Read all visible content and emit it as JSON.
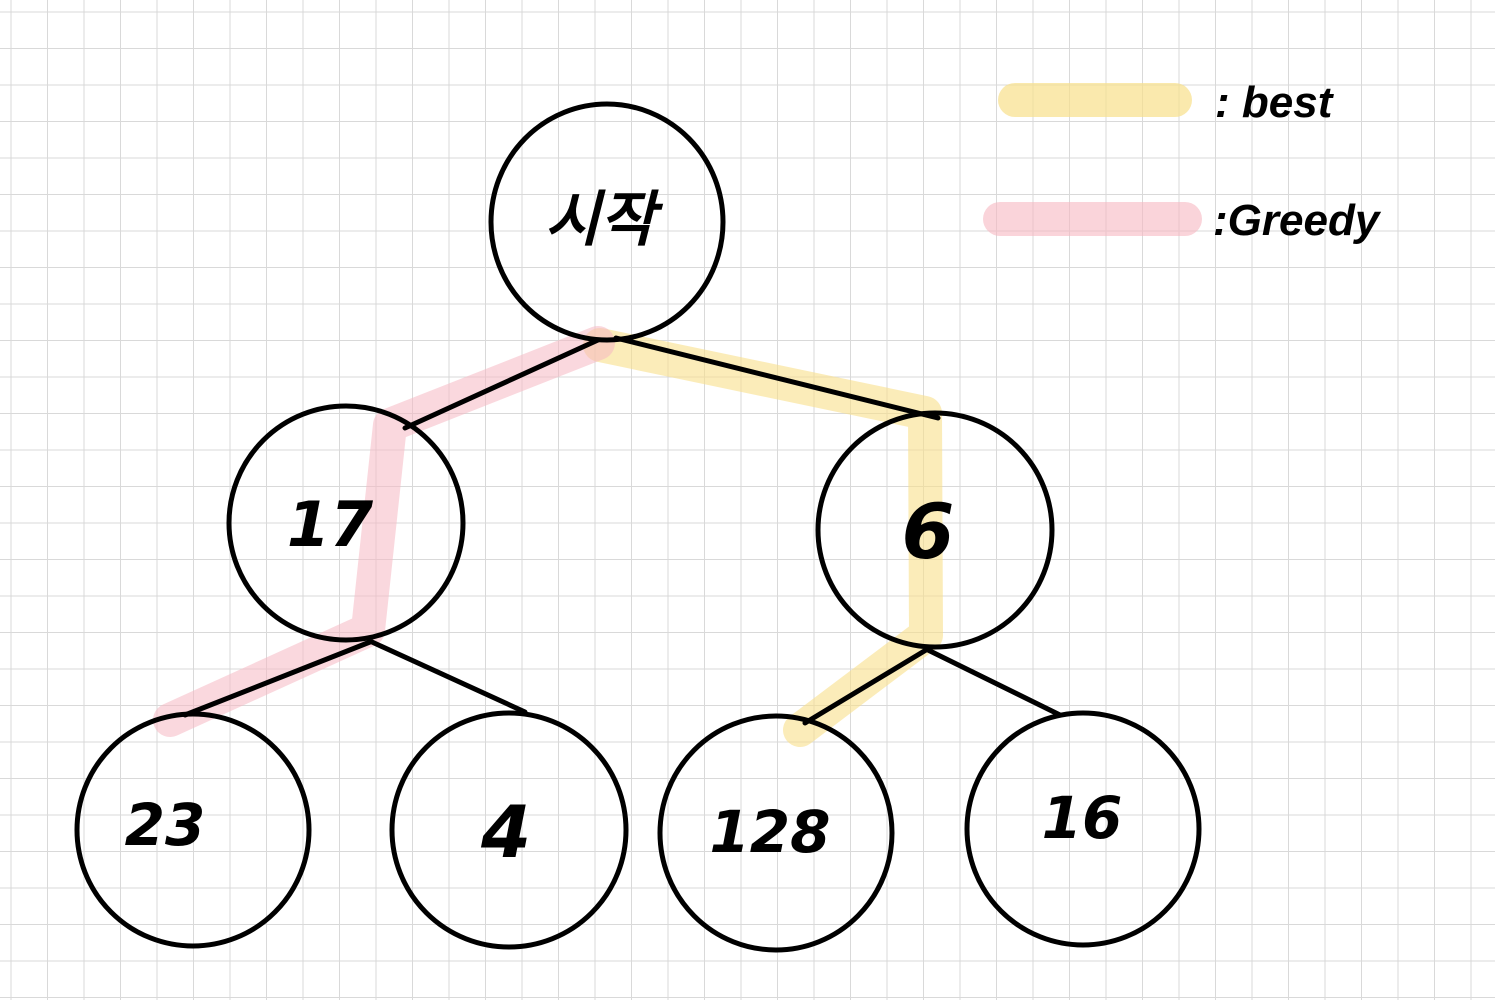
{
  "colors": {
    "background": "#ffffff",
    "grid": "#d9d9d9",
    "ink": "#000000",
    "best_highlight": "#f8e08a",
    "greedy_highlight": "#f6b8c2"
  },
  "legend": {
    "best_label": ": best",
    "greedy_label": ":Greedy"
  },
  "tree": {
    "root": "시작",
    "level1": [
      "17",
      "6"
    ],
    "level2_left": [
      "23",
      "4"
    ],
    "level2_right": [
      "128",
      "16"
    ]
  }
}
